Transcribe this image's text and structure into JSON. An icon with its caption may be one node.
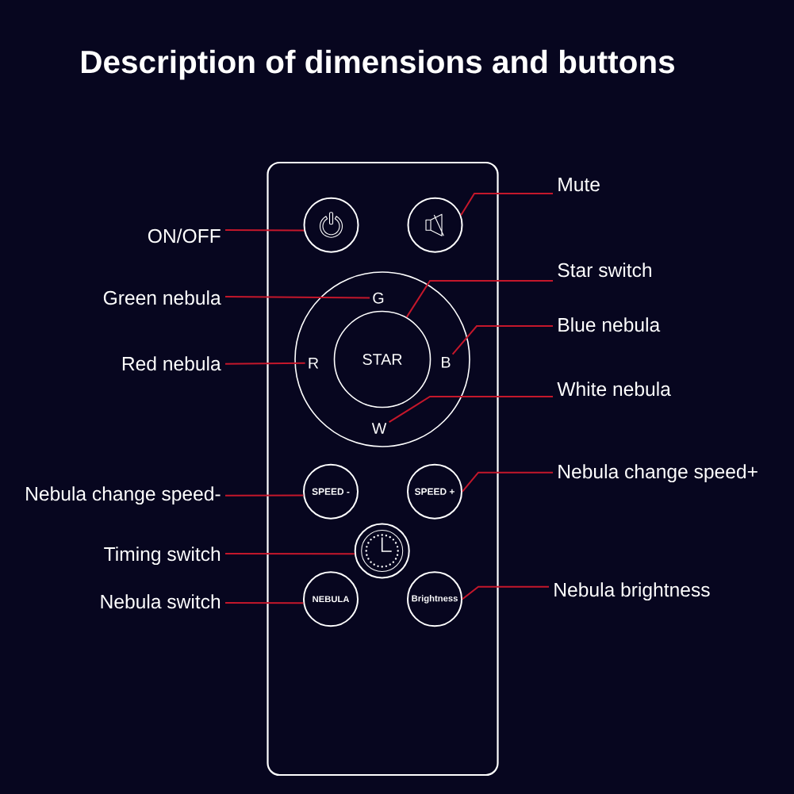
{
  "diagram": {
    "title": "Description of dimensions and buttons",
    "nodes": [
      {
        "text": [],
        "shape": "box"
      },
      {
        "text": [],
        "shape": "circle",
        "in": 0
      },
      {
        "text": [],
        "shape": "circle",
        "in": 0
      },
      {
        "text": [],
        "shape": "circle",
        "in": 0
      },
      {
        "text": [
          "G"
        ],
        "in": 3
      },
      {
        "text": [
          "R"
        ],
        "in": 3
      },
      {
        "text": [
          "STAR"
        ],
        "in": 3
      },
      {
        "text": [
          "B"
        ],
        "in": 3
      },
      {
        "text": [
          "W"
        ],
        "in": 3
      },
      {
        "text": [
          "SPEED -"
        ],
        "in": 0
      },
      {
        "text": [
          "SPEED +"
        ],
        "in": 0
      },
      {
        "text": [],
        "shape": "circle",
        "in": 0
      },
      {
        "text": [
          "NEBULA"
        ],
        "in": 0
      },
      {
        "text": [
          "Brightness"
        ],
        "in": 0
      },
      {
        "text": [
          "Mute"
        ]
      },
      {
        "text": [
          "ON/OFF"
        ]
      },
      {
        "text": [
          "Star switch"
        ]
      },
      {
        "text": [
          "Green nebula"
        ]
      },
      {
        "text": [
          "Blue nebula"
        ]
      },
      {
        "text": [
          "Red nebula"
        ]
      },
      {
        "text": [
          "White nebula"
        ]
      },
      {
        "text": [
          "Nebula change speed+"
        ]
      },
      {
        "text": [
          "Nebula change speed-"
        ]
      },
      {
        "text": [
          "Timing switch"
        ]
      },
      {
        "text": [
          "Nebula switch"
        ]
      },
      {
        "text": [
          "Nebula brightness"
        ]
      }
    ],
    "edges": [
      {
        "from": 14,
        "to": 2,
        "arrow": "none"
      },
      {
        "from": 15,
        "to": 1,
        "arrow": "none"
      },
      {
        "from": 16,
        "to": 6,
        "arrow": "none"
      },
      {
        "from": 17,
        "to": 4,
        "arrow": "none"
      },
      {
        "from": 18,
        "to": 7,
        "arrow": "none"
      },
      {
        "from": 19,
        "to": 5,
        "arrow": "none"
      },
      {
        "from": 20,
        "to": 8,
        "arrow": "none"
      },
      {
        "from": 21,
        "to": 10,
        "arrow": "none"
      },
      {
        "from": 22,
        "to": 9,
        "arrow": "none"
      },
      {
        "from": 23,
        "to": 11,
        "arrow": "none"
      },
      {
        "from": 24,
        "to": 12,
        "arrow": "none"
      },
      {
        "from": 25,
        "to": 13,
        "arrow": "none"
      }
    ]
  }
}
